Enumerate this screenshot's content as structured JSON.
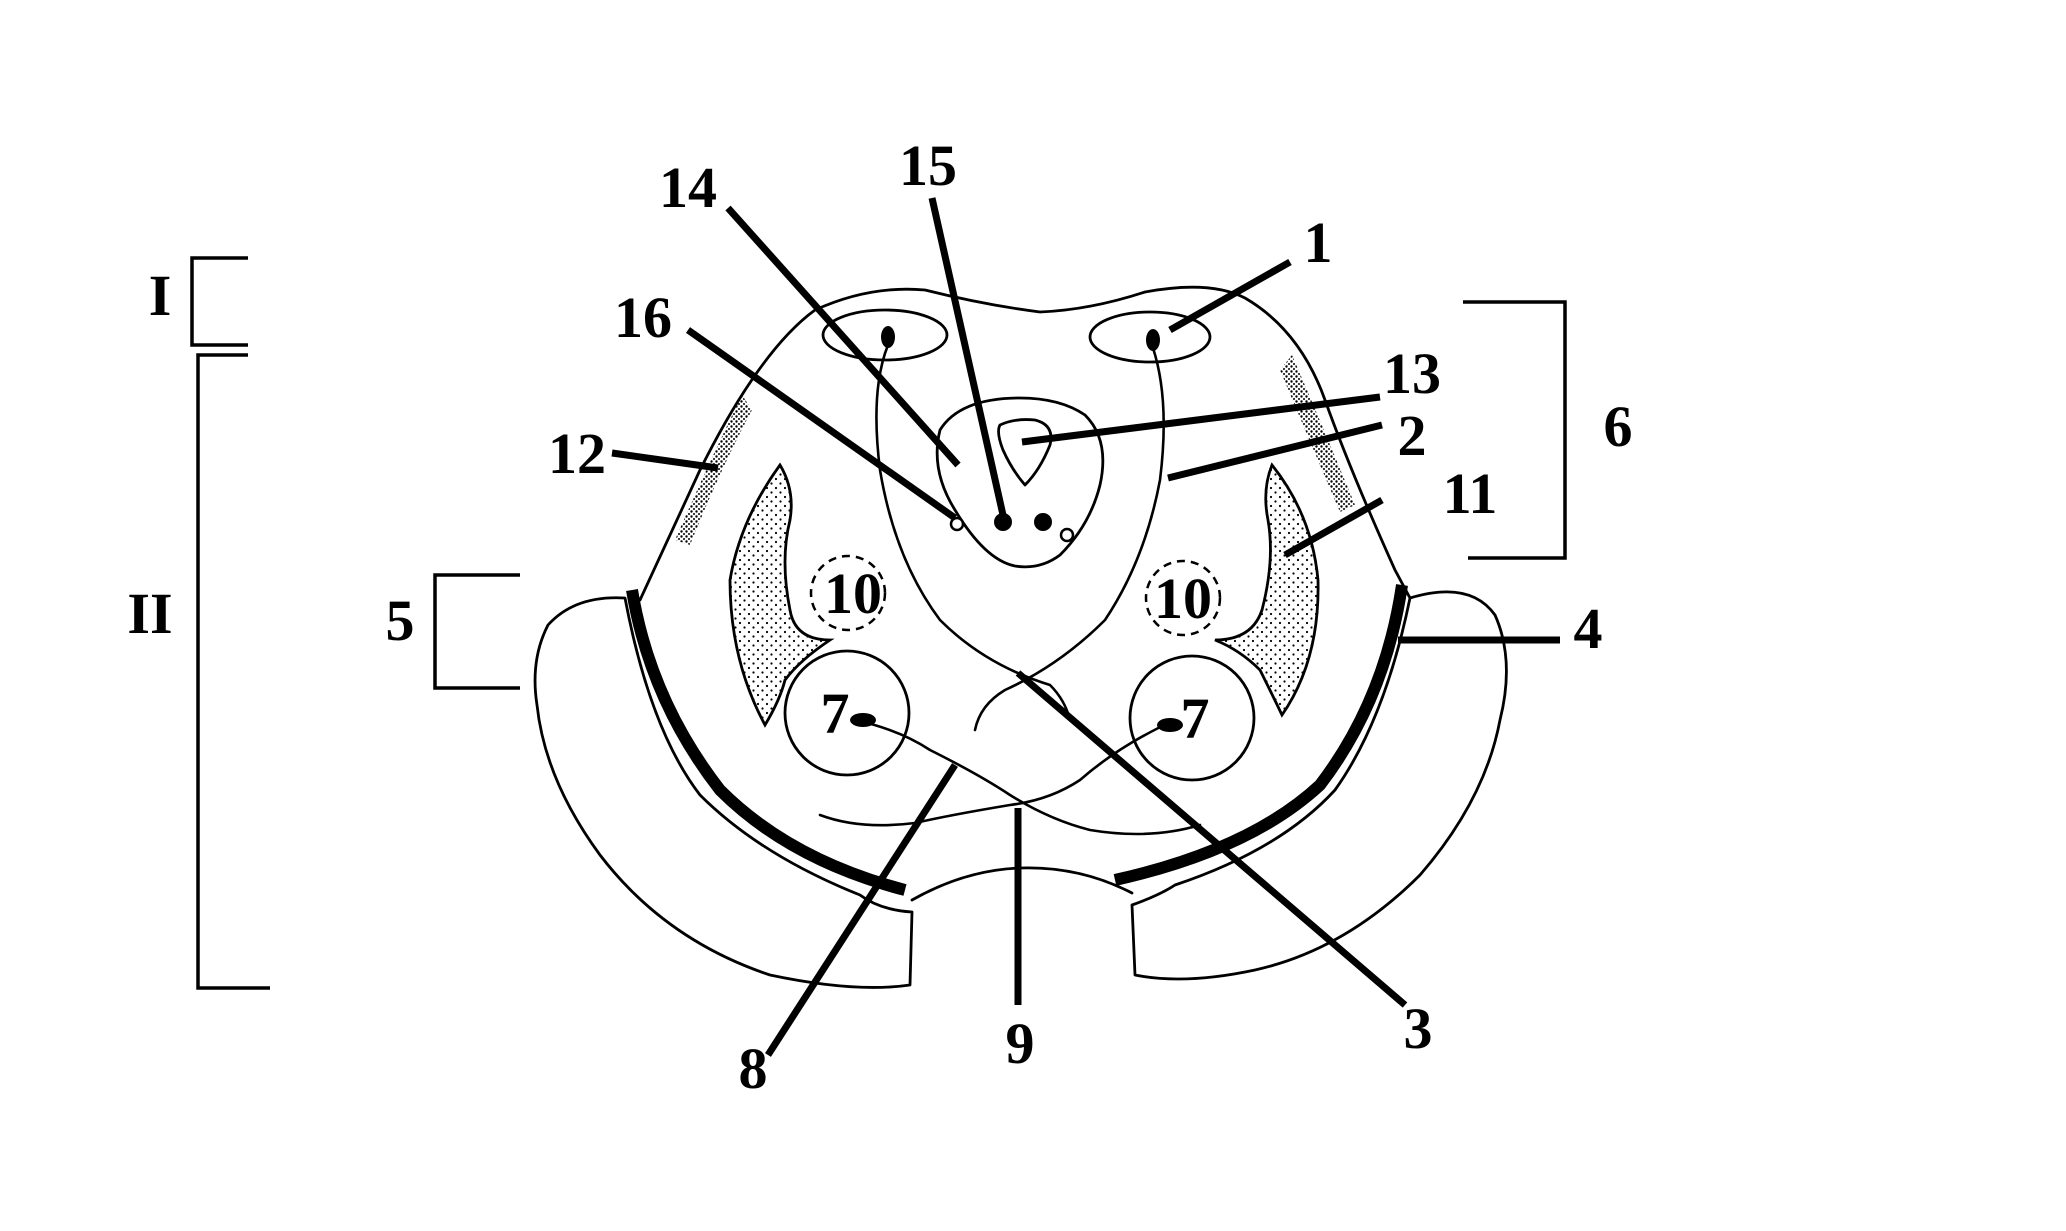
{
  "diagram": {
    "labels": {
      "l1": "1",
      "l2": "2",
      "l3": "3",
      "l4": "4",
      "l5": "5",
      "l6": "6",
      "l7a": "7",
      "l7b": "7",
      "l8": "8",
      "l9": "9",
      "l10a": "10",
      "l10b": "10",
      "l11": "11",
      "l12": "12",
      "l13": "13",
      "l14": "14",
      "l15": "15",
      "l16": "16",
      "lI": "I",
      "lII": "II"
    }
  }
}
